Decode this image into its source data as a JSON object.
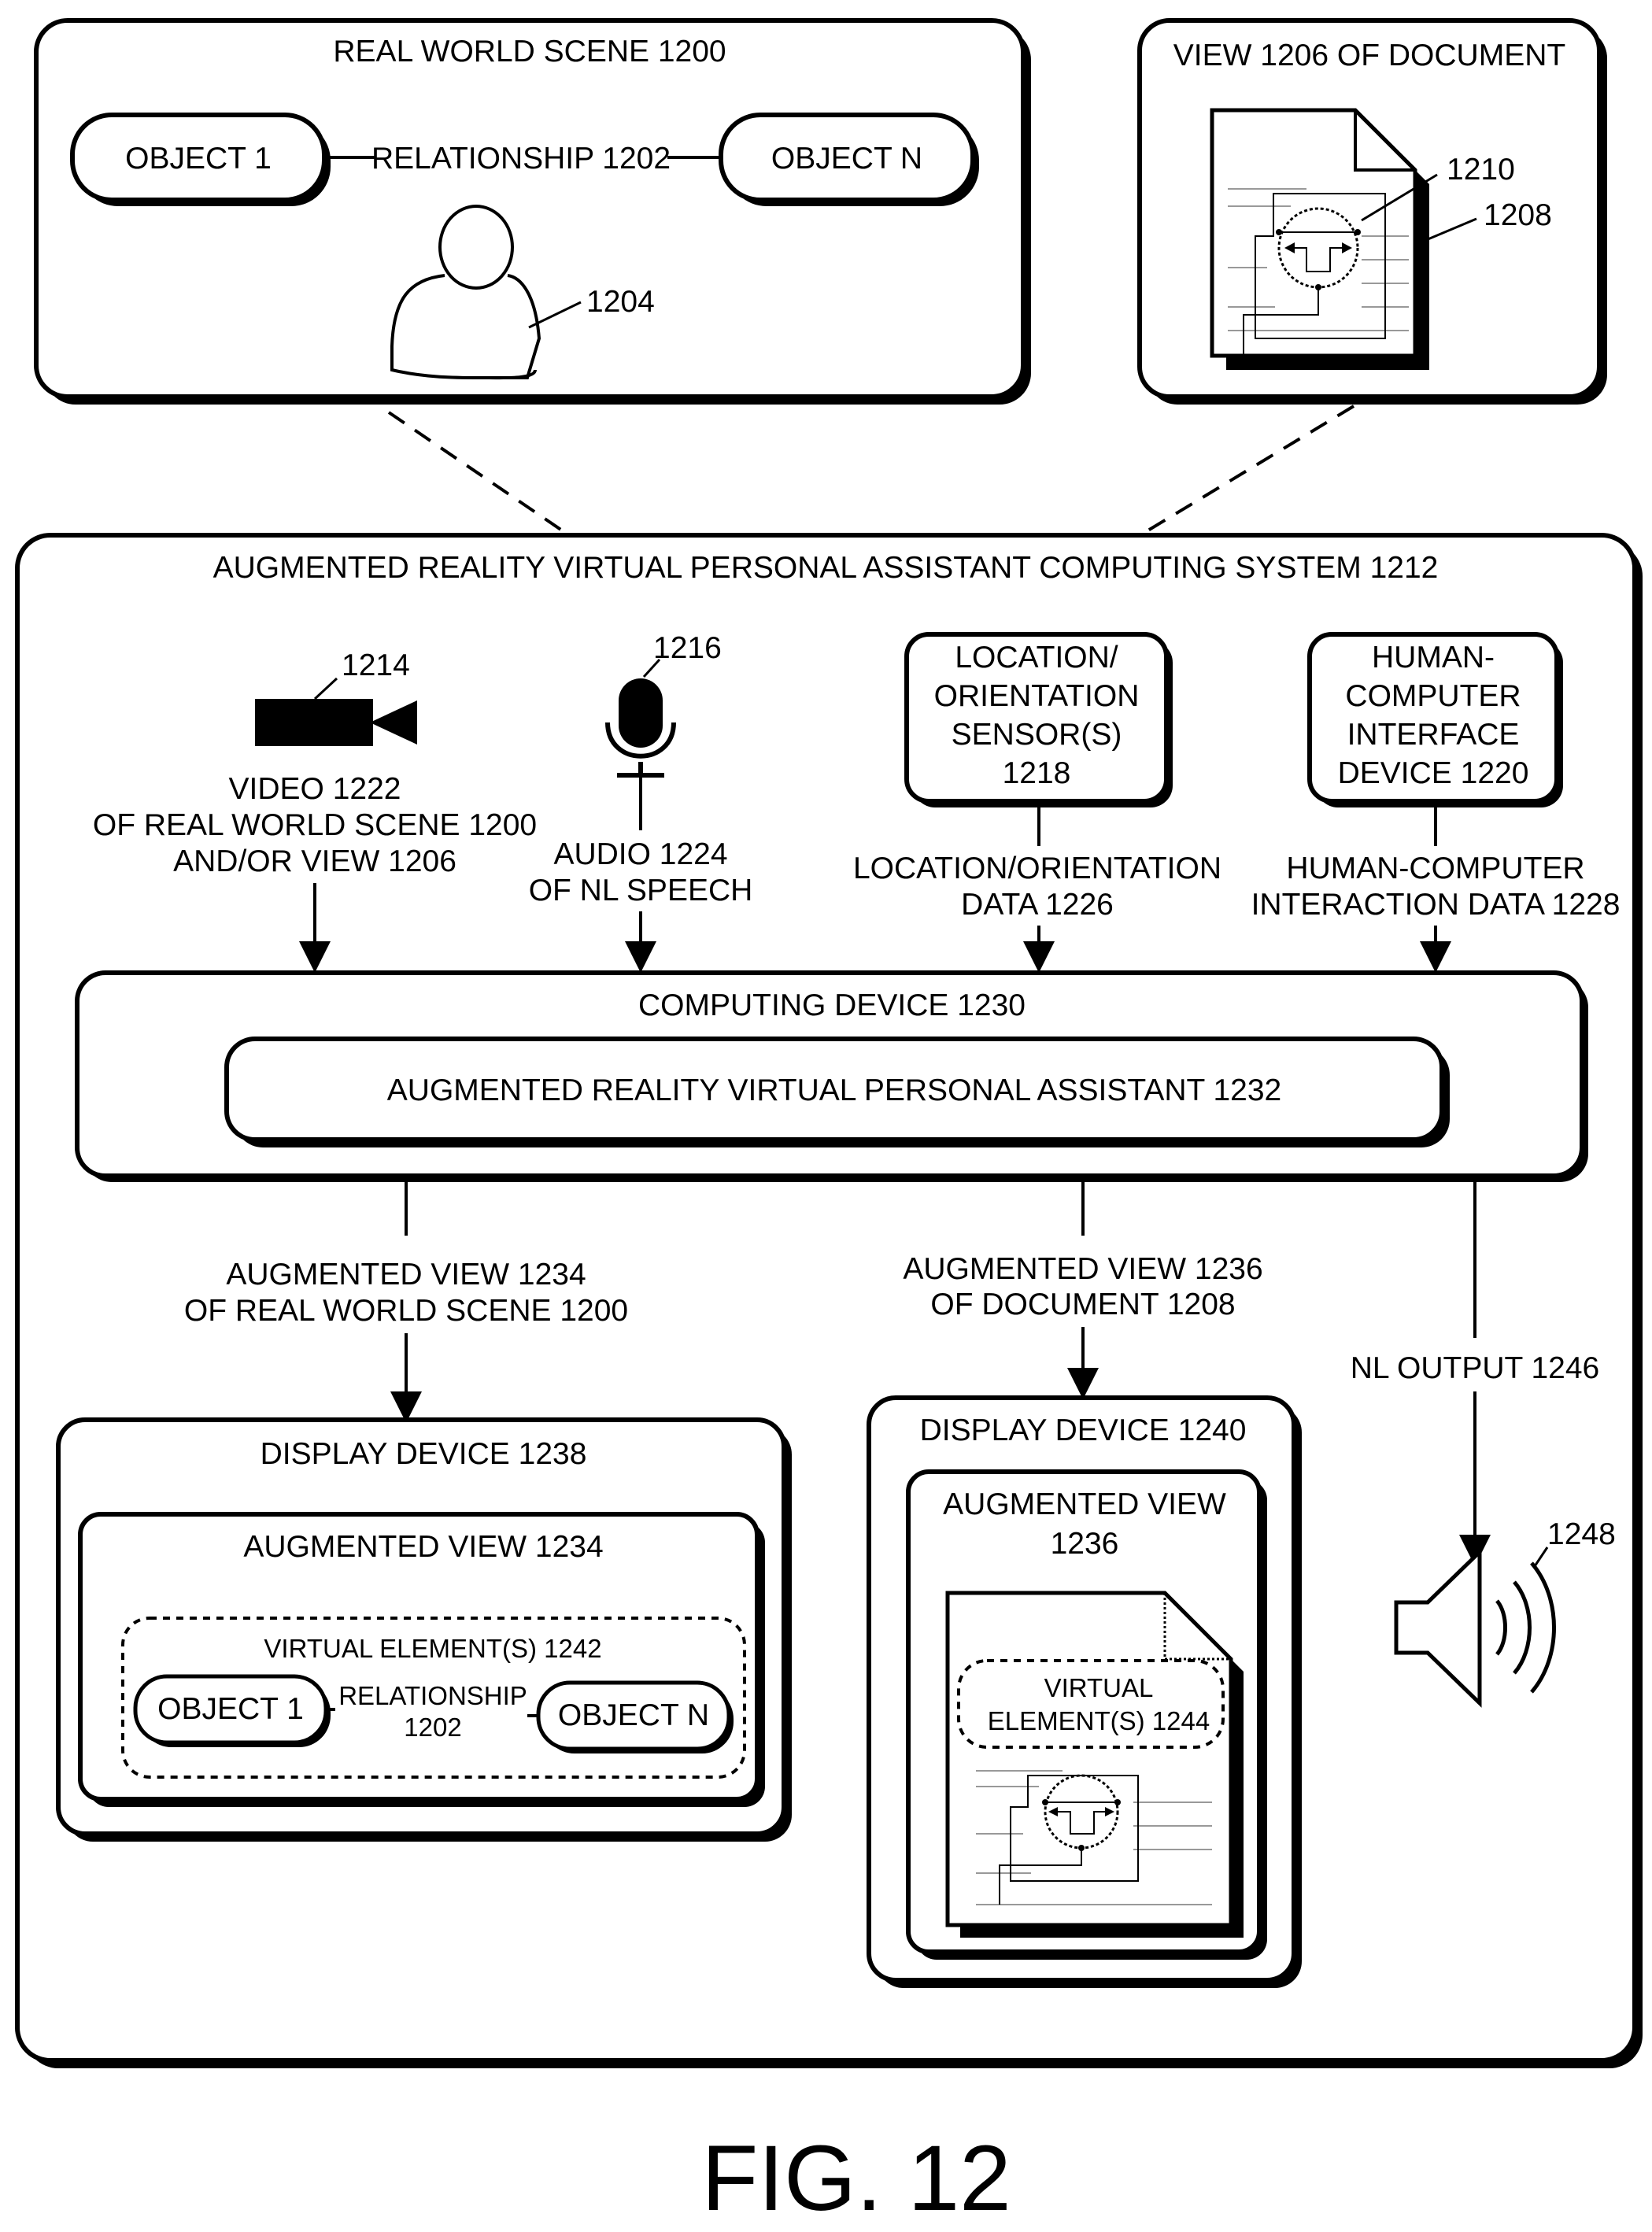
{
  "real_world_scene": {
    "title": "REAL WORLD SCENE 1200",
    "object_1": "OBJECT 1",
    "object_n": "OBJECT N",
    "relationship": "RELATIONSHIP 1202",
    "person_ref": "1204"
  },
  "document_view": {
    "title": "VIEW 1206 OF DOCUMENT",
    "ref_1210": "1210",
    "ref_1208": "1208"
  },
  "system": {
    "title": "AUGMENTED REALITY VIRTUAL PERSONAL ASSISTANT COMPUTING SYSTEM 1212"
  },
  "camera": {
    "ref": "1214",
    "label_lines": [
      "VIDEO 1222",
      "OF REAL WORLD SCENE 1200",
      "AND/OR VIEW 1206"
    ]
  },
  "microphone": {
    "ref": "1216",
    "label_lines": [
      "AUDIO 1224",
      "OF NL SPEECH"
    ]
  },
  "location_sensor": {
    "box_lines": [
      "LOCATION/",
      "ORIENTATION",
      "SENSOR(S)",
      "1218"
    ],
    "label_lines": [
      "LOCATION/ORIENTATION",
      "DATA 1226"
    ]
  },
  "hci_device": {
    "box_lines": [
      "HUMAN-",
      "COMPUTER",
      "INTERFACE",
      "DEVICE 1220"
    ],
    "label_lines": [
      "HUMAN-COMPUTER",
      "INTERACTION DATA 1228"
    ]
  },
  "computing_device": {
    "title": "COMPUTING DEVICE 1230",
    "assistant": "AUGMENTED REALITY VIRTUAL PERSONAL ASSISTANT 1232"
  },
  "outputs": {
    "augmented_view_1234_lines": [
      "AUGMENTED VIEW 1234",
      "OF REAL WORLD SCENE 1200"
    ],
    "augmented_view_1236_lines": [
      "AUGMENTED VIEW 1236",
      "OF DOCUMENT 1208"
    ],
    "nl_output": "NL OUTPUT 1246"
  },
  "display_1238": {
    "title": "DISPLAY DEVICE 1238",
    "view_title": "AUGMENTED VIEW 1234",
    "virtual_elements": "VIRTUAL ELEMENT(S) 1242",
    "object_1": "OBJECT 1",
    "object_n": "OBJECT N",
    "relationship_lines": [
      "RELATIONSHIP",
      "1202"
    ]
  },
  "display_1240": {
    "title": "DISPLAY DEVICE 1240",
    "view_title_lines": [
      "AUGMENTED VIEW",
      "1236"
    ],
    "virtual_elements_lines": [
      "VIRTUAL",
      "ELEMENT(S) 1244"
    ]
  },
  "speaker": {
    "ref": "1248"
  },
  "figure_label": "FIG. 12"
}
